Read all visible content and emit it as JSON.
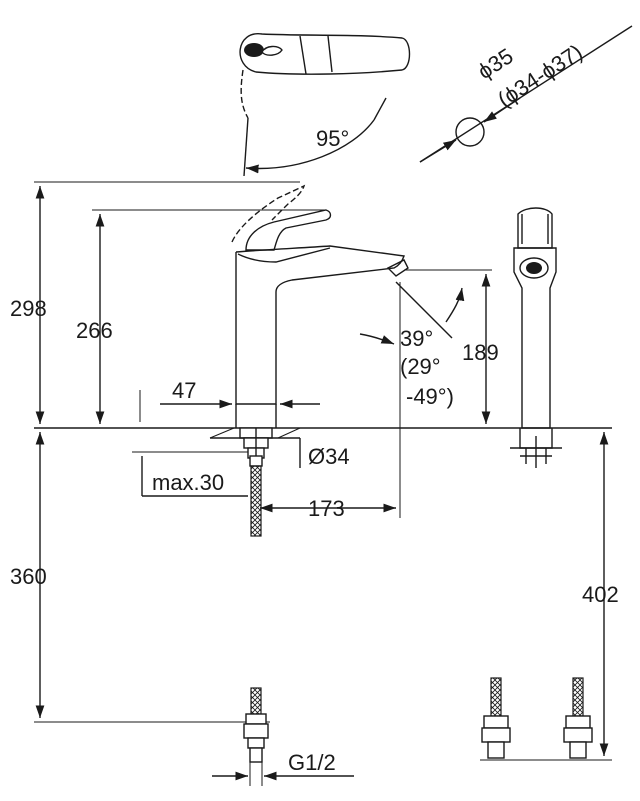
{
  "dimensions": {
    "height_total": "298",
    "height_spout": "266",
    "spout_height": "189",
    "base_width": "47",
    "hole_diameter": "Ø34",
    "max_counter": "max.30",
    "projection": "173",
    "hose_length_left": "360",
    "hose_length_right": "402",
    "thread": "G1/2",
    "rotation_angle": "95°",
    "spout_angle": "39°",
    "spout_angle_range_1": "(29°",
    "spout_angle_range_2": "-49°)",
    "diameter_top": "ϕ35",
    "diameter_range": "(ϕ34-ϕ37)"
  }
}
